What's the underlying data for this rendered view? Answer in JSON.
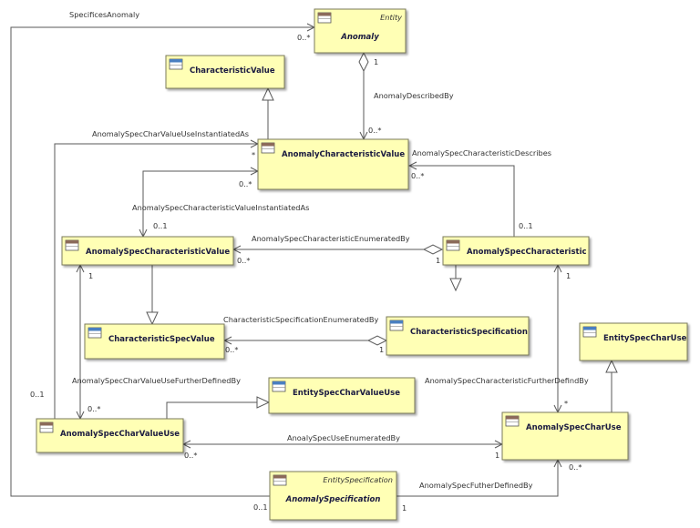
{
  "classes": {
    "anomaly": {
      "name": "Anomaly",
      "stereotype": "Entity",
      "italic": true,
      "icon": "brown"
    },
    "characteristic_value": {
      "name": "CharacteristicValue",
      "icon": "blue"
    },
    "anomaly_characteristic_value": {
      "name": "AnomalyCharacteristicValue",
      "icon": "brown"
    },
    "anomaly_spec_characteristic_value": {
      "name": "AnomalySpecCharacteristicValue",
      "icon": "brown"
    },
    "anomaly_spec_characteristic": {
      "name": "AnomalySpecCharacteristic",
      "icon": "brown"
    },
    "characteristic_spec_value": {
      "name": "CharacteristicSpecValue",
      "icon": "blue"
    },
    "characteristic_specification": {
      "name": "CharacteristicSpecification",
      "icon": "blue"
    },
    "entity_spec_char_use": {
      "name": "EntitySpecCharUse",
      "icon": "blue"
    },
    "entity_spec_char_value_use": {
      "name": "EntitySpecCharValueUse",
      "icon": "blue"
    },
    "anomaly_spec_char_value_use": {
      "name": "AnomalySpecCharValueUse",
      "icon": "brown"
    },
    "anomaly_spec_char_use": {
      "name": "AnomalySpecCharUse",
      "icon": "brown"
    },
    "anomaly_specification": {
      "name": "AnomalySpecification",
      "stereotype": "EntitySpecification",
      "italic": true,
      "icon": "brown"
    }
  },
  "associations": {
    "specifies_anomaly": {
      "name": "SpecificesAnomaly",
      "mult_end": "0..*",
      "mult_start": "0..1"
    },
    "anomaly_described_by": {
      "name": "AnomalyDescribedBy",
      "mult_top": "1",
      "mult_bottom": "0..*"
    },
    "value_use_instantiated_as": {
      "name": "AnomalySpecCharValueUseInstantiatedAs",
      "mult_end": "*",
      "mult_start": "0..1"
    },
    "spec_char_value_instantiated_as": {
      "name": "AnomalySpecCharacteristicValueInstantiatedAs",
      "mult_top": "0..*",
      "mult_bottom": "0..1"
    },
    "spec_char_describes": {
      "name": "AnomalySpecCharacteristicDescribes",
      "mult_top": "0..*",
      "mult_bottom": "0..1"
    },
    "spec_char_enumerated_by": {
      "name": "AnomalySpecCharacteristicEnumeratedBy",
      "mult_left": "0..*",
      "mult_right": "1"
    },
    "char_spec_enumerated_by": {
      "name": "CharacteristicSpecificationEnumeratedBy",
      "mult_left": "0..*",
      "mult_right": "1"
    },
    "value_use_further_defined_by": {
      "name": "AnomalySpecCharValueUseFurtherDefinedBy",
      "mult_top": "1",
      "mult_bottom": "0..*"
    },
    "spec_char_further_defind_by": {
      "name": "AnomalySpecCharacteristicFurtherDefindBy",
      "mult_top": "1",
      "mult_bottom": "*"
    },
    "use_enumerated_by": {
      "name": "AnoalySpecUseEnumeratedBy",
      "mult_left": "0..*",
      "mult_right": "1"
    },
    "spec_futher_defined_by": {
      "name": "AnomalySpecFutherDefinedBy",
      "mult_top": "0..*",
      "mult_bottom": "1"
    }
  },
  "colors": {
    "class_fill": "#ffffb5",
    "class_border": "#7a7a5a",
    "icon_brown": "#8b6a5a",
    "icon_blue": "#4a7fc0",
    "line": "#5a5a5a"
  }
}
